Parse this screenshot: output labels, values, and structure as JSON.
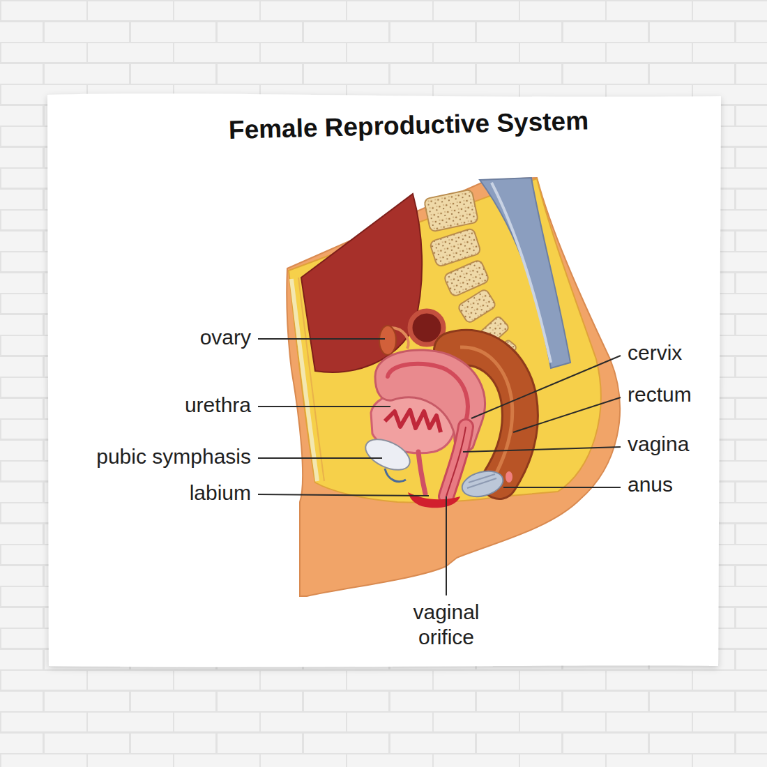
{
  "diagram": {
    "title": "Female Reproductive System",
    "labels": [
      "ovary",
      "cervix",
      "urethra",
      "rectum",
      "pubic symphasis",
      "vagina",
      "labium",
      "anus",
      "vaginal orifice"
    ]
  }
}
